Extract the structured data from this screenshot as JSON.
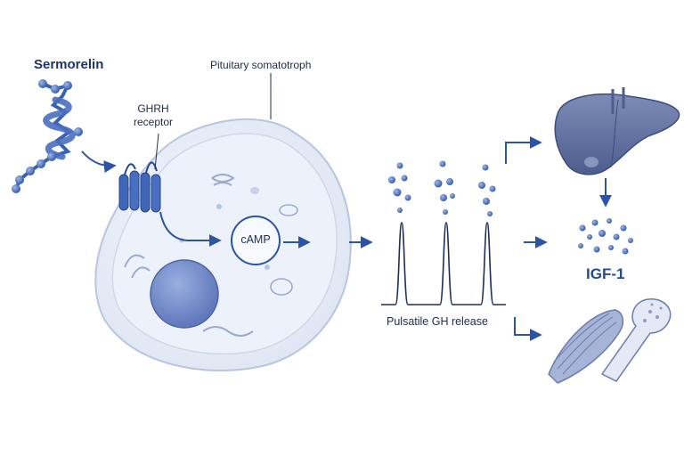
{
  "labels": {
    "sermorelin": "Sermorelin",
    "pituitary": "Pituitary somatotroph",
    "receptor_line1": "GHRH",
    "receptor_line2": "receptor",
    "camp": "cAMP",
    "pulsatile": "Pulsatile GH release",
    "igf": "IGF-1"
  },
  "colors": {
    "accent": "#2b54a6",
    "cell_fill": "#e9eef8",
    "cell_stroke": "#b9c6df",
    "nucleus": "#6f86c4",
    "liver": "#5f6f9e",
    "text": "#1e2f55"
  },
  "icons": [
    "peptide-chain-icon",
    "receptor-icon",
    "nucleus-icon",
    "liver-icon",
    "muscle-icon",
    "bone-icon",
    "arrow-icon"
  ]
}
